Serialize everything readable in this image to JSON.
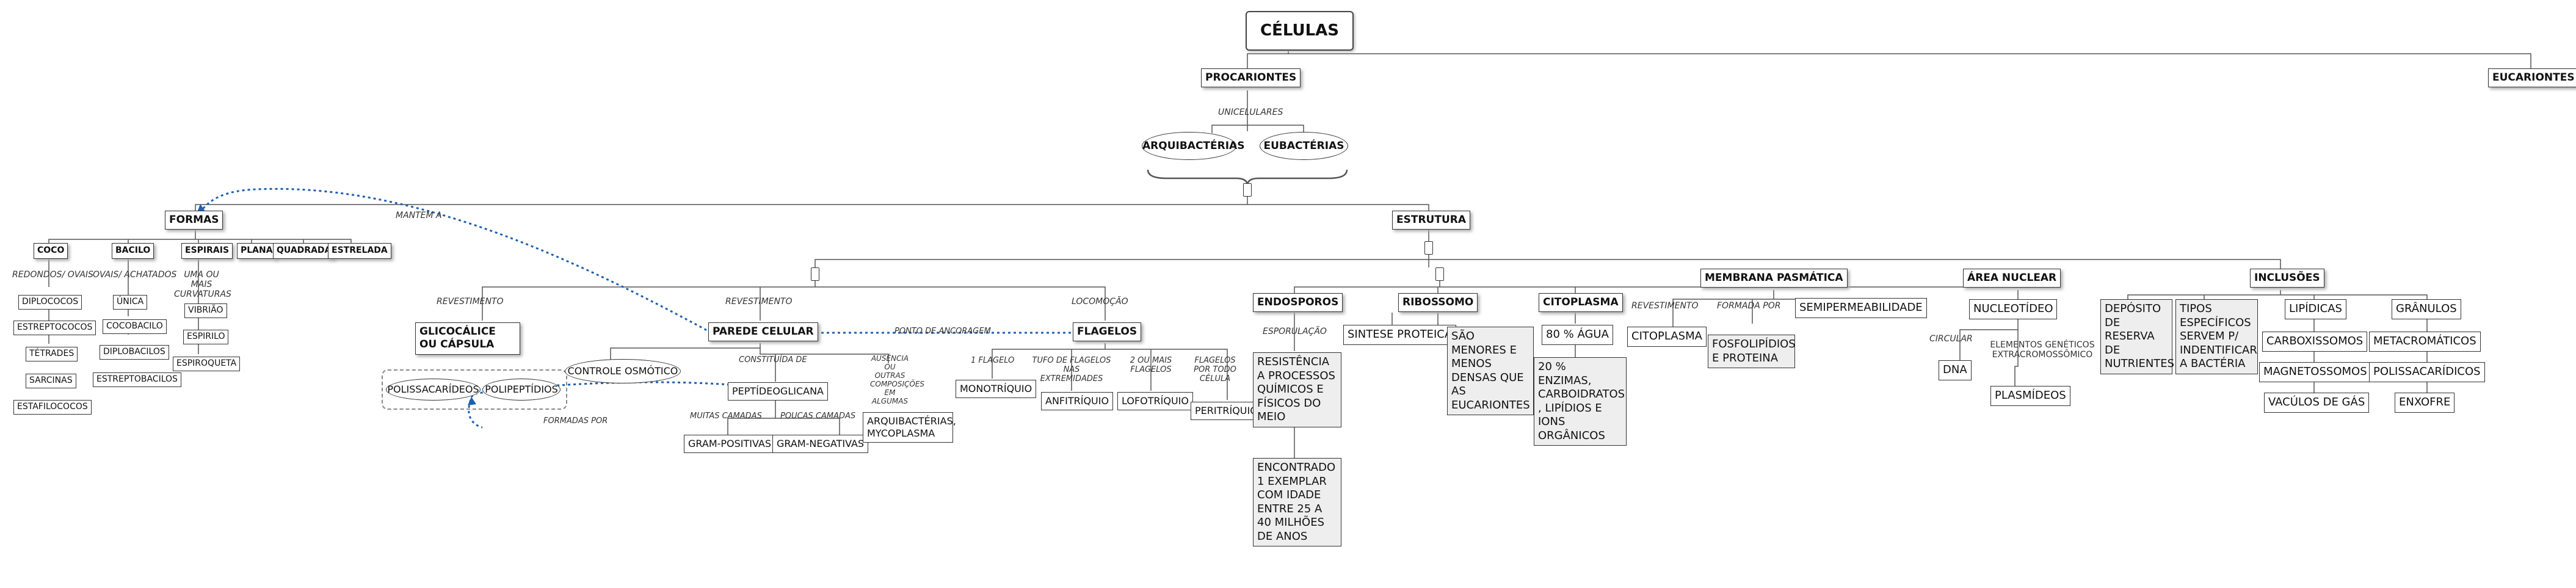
{
  "title": "CÉLULAS",
  "nodes": {
    "procariontes": "PROCARIONTES",
    "eucariontes": "EUCARIONTES",
    "arquibacterias": "ARQUIBACTÉRIAS",
    "eubacterias": "EUBACTÉRIAS",
    "formas": "FORMAS",
    "estrutura": "ESTRUTURA",
    "coco": "COCO",
    "bacilo": "BACILO",
    "espirais": "ESPIRAIS",
    "plana": "PLANA",
    "quadrada": "QUADRADA",
    "estrelada": "ESTRELADA",
    "diplococos": "DIPLOCOCOS",
    "estreptococos": "ESTREPTOCOCOS",
    "tetrades": "TÉTRADES",
    "sarcinas": "SARCINAS",
    "estafilococos": "ESTAFILOCOCOS",
    "unica": "ÚNICA",
    "cocobacilo": "COCOBACILO",
    "diplobacilos": "DIPLOBACILOS",
    "estreptobacilos": "ESTREPTOBACILOS",
    "vibriao": "VIBRIÃO",
    "espirilo": "ESPIRILO",
    "espiroqueta": "ESPIROQUETA",
    "glicocalice": "GLICOCÁLICE OU CÁPSULA",
    "polissacarideos": "POLISSACARÍDEOS",
    "polipeptidios": "POLIPEPTÍDIOS",
    "parede_celular": "PAREDE CELULAR",
    "controle_osmotico": "CONTROLE OSMÓTICO",
    "peptideoglicana": "PEPTÍDEOGLICANA",
    "gram_positivas": "GRAM-POSITIVAS",
    "gram_negativas": "GRAM-NEGATIVAS",
    "arquibacterias_mycoplasma": "ARQUIBACTÉRIAS, MYCOPLASMA",
    "flagelos": "FLAGELOS",
    "monotriquio": "MONOTRÍQUIO",
    "anfitriquio": "ANFITRÍQUIO",
    "lofotriquio": "LOFOTRÍQUIO",
    "peritriquio": "PERITRÍQUIO",
    "endosporos": "ENDOSPOROS",
    "resistencia": "RESISTÊNCIA A PROCESSOS QUÍMICOS E FÍSICOS DO MEIO",
    "encontrado": "ENCONTRADO 1 EXEMPLAR COM IDADE ENTRE 25 A 40 MILHÕES DE ANOS",
    "ribossomo": "RIBOSSOMO",
    "sintese_proteica": "SINTESE PROTEICA",
    "sao_menores": "SÃO MENORES E MENOS DENSAS QUE AS EUCARIONTES",
    "citoplasma": "CITOPLASMA",
    "agua": "80 % ÁGUA",
    "enzimas": "20 % ENZIMAS, CARBOIDRATOS , LIPÍDIOS E IONS ORGÂNICOS",
    "membrana": "MEMBRANA PASMÁTICA",
    "citoplasma2": "CITOPLASMA",
    "fosfolipidios": "FOSFOLIPÍDIOS E PROTEINA",
    "semipermeabilidade": "SEMIPERMEABILIDADE",
    "area_nuclear": "ÁREA NUCLEAR",
    "nucleotideo": "NUCLEOTÍDEO",
    "dna": "DNA",
    "plasmideos": "PLASMÍDEOS",
    "inclusoes": "INCLUSÕES",
    "deposito": "DEPÓSITO DE RESERVA DE NUTRIENTES",
    "tipos": "TIPOS ESPECÍFICOS SERVEM P/ INDENTIFICAR A BACTÉRIA",
    "lipidicas": "LIPÍDICAS",
    "carboxissomos": "CARBOXISSOMOS",
    "magnetossomos": "MAGNETOSSOMOS",
    "vacuolos": "VACÚLOS DE GÁS",
    "granulos": "GRÂNULOS",
    "metacromaticos": "METACROMÁTICOS",
    "polissacaridicos": "POLISSACARÍDICOS",
    "enxofre": "ENXOFRE"
  },
  "labels": {
    "unicelulares": "UNICELULARES",
    "mantem_a": "MANTEM A",
    "redondos_ovais": "REDONDOS/ OVAIS",
    "ovais_achatados": "OVAIS/ ACHATADOS",
    "uma_ou_mais": "UMA OU MAIS CURVATURAS",
    "revestimento1": "REVESTIMENTO",
    "revestimento2": "REVESTIMENTO",
    "locomocao": "LOCOMOÇÃO",
    "ponto_ancoragem": "PONTO DE ANCORAGEM",
    "constituida_de": "CONSTITUÍDA DE",
    "ausencia": "AUSÊNCIA OU OUTRAS COMPOSIÇÕES EM ALGUMAS",
    "muitas_camadas": "MUITAS CAMADAS",
    "poucas_camadas": "POUCAS CAMADAS",
    "formadas_por": "FORMADAS POR",
    "um_flagelo": "1 FLAGELO",
    "tufo": "TUFO DE FLAGELOS NAS EXTREMIDADES",
    "dois_ou_mais": "2 OU MAIS FLAGELOS",
    "flagelos_todo": "FLAGELOS POR TODO CÉLULA",
    "esporulacao": "ESPORULAÇÃO",
    "revestimento3": "REVESTIMENTO",
    "formada_por": "FORMADA POR",
    "circular": "CIRCULAR",
    "elementos": "ELEMENTOS GENÉTICOS EXTRACROMOSSÔMICO"
  }
}
